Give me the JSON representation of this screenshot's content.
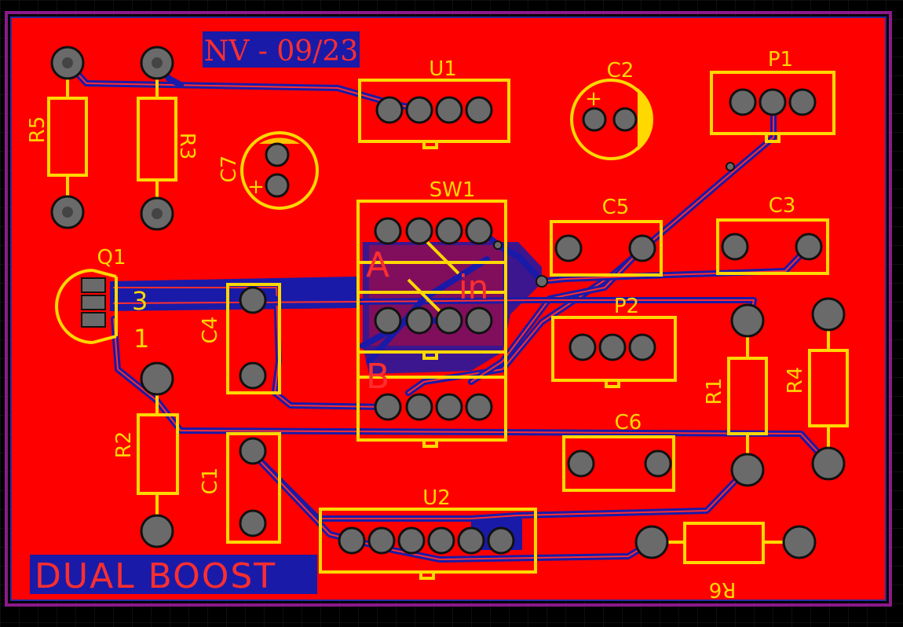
{
  "board": {
    "outline_color": "#8B1A8B",
    "copper_color": "#FF0000",
    "silk_color": "#FFD800",
    "track_color": "#1a1aa8",
    "grid_color": "#1e1e1e"
  },
  "labels": {
    "title_text": "NV - 09/23",
    "board_name": "DUAL BOOST",
    "u1": "U1",
    "u2": "U2",
    "c1": "C1",
    "c2": "C2",
    "c3": "C3",
    "c4": "C4",
    "c5": "C5",
    "c6": "C6",
    "c7": "C7",
    "p1": "P1",
    "p2": "P2",
    "q1": "Q1",
    "sw1": "SW1",
    "r1": "R1",
    "r2": "R2",
    "r3": "R3",
    "r4": "R4",
    "r5": "R5",
    "r6": "R6",
    "q1_pin3": "3",
    "q1_pin1": "1",
    "sw_a": "A",
    "sw_b": "B",
    "sw_in": "in",
    "plus_c2": "+",
    "plus_c7": "+"
  }
}
